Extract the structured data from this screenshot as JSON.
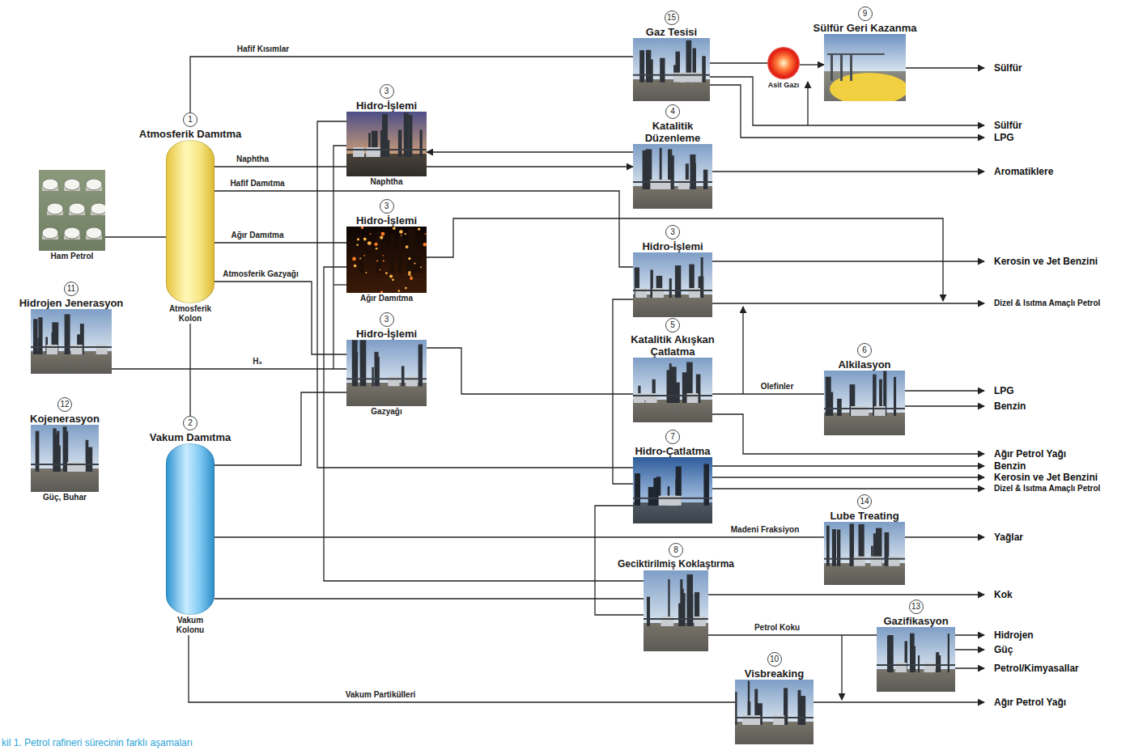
{
  "diagram": {
    "caption": "kil 1. Petrol rafineri sürecinin farklı aşamaları",
    "nodes": [
      {
        "text": [
          "15",
          "Gaz Tesisi"
        ]
      },
      {
        "text": [
          "9",
          "Sülfür Geri Kazanma"
        ]
      },
      {
        "text": [
          "Asit Gazı"
        ]
      },
      {
        "text": [
          "1",
          "Atmosferik Damıtma",
          "Atmosferik Kolon"
        ]
      },
      {
        "text": [
          "3",
          "Hidro-İşlemi",
          "Naphtha"
        ]
      },
      {
        "text": [
          "4",
          "Katalitik Düzenleme"
        ]
      },
      {
        "text": [
          "Ham Petrol"
        ]
      },
      {
        "text": [
          "3",
          "Hidro-İşlemi",
          "Ağır Damıtma"
        ]
      },
      {
        "text": [
          "3",
          "Hidro-İşlemi"
        ]
      },
      {
        "text": [
          "11",
          "Hidrojen Jenerasyon"
        ]
      },
      {
        "text": [
          "3",
          "Hidro-İşlemi",
          "Gazyağı"
        ]
      },
      {
        "text": [
          "5",
          "Katalitik Akışkan Çatlatma"
        ]
      },
      {
        "text": [
          "6",
          "Alkilasyon"
        ]
      },
      {
        "text": [
          "12",
          "Kojenerasyon",
          "Güç, Buhar"
        ]
      },
      {
        "text": [
          "2",
          "Vakum Damıtma",
          "Vakum Kolonu"
        ]
      },
      {
        "text": [
          "7",
          "Hidro-Çatlatma"
        ]
      },
      {
        "text": [
          "14",
          "Lube Treating"
        ]
      },
      {
        "text": [
          "8",
          "Geciktirilmiş Koklaştırma"
        ]
      },
      {
        "text": [
          "13",
          "Gazifikasyon"
        ]
      },
      {
        "text": [
          "10",
          "Visbreaking"
        ]
      }
    ],
    "edges": [
      {
        "from": 3,
        "to": 0,
        "label": "Hafif Kısımlar",
        "arrow": "none"
      },
      {
        "from": 0,
        "to": 2,
        "arrow": "none"
      },
      {
        "from": 2,
        "to": 1,
        "arrow": "to"
      },
      {
        "from": 3,
        "to": 4,
        "label": "Naphtha",
        "arrow": "none"
      },
      {
        "from": 4,
        "to": 5,
        "arrow": "to"
      },
      {
        "from": 5,
        "to": 4,
        "arrow": "to"
      },
      {
        "from": 3,
        "to": 8,
        "label": "Hafif Damıtma",
        "arrow": "none"
      },
      {
        "from": 3,
        "to": 7,
        "label": "Ağır Damıtma",
        "arrow": "none"
      },
      {
        "from": 3,
        "to": 10,
        "label": "Atmosferik Gazyağı",
        "arrow": "none"
      },
      {
        "from": 14,
        "to": 10,
        "arrow": "none"
      },
      {
        "from": 9,
        "to": 10,
        "label": "H₂",
        "arrow": "none"
      },
      {
        "from": 7,
        "to": 17,
        "arrow": "none"
      },
      {
        "from": 14,
        "to": 17,
        "arrow": "none"
      },
      {
        "from": 4,
        "to": 15,
        "arrow": "none"
      },
      {
        "from": 10,
        "to": 11,
        "arrow": "none"
      },
      {
        "from": 11,
        "to": 12,
        "label": "Olefinler",
        "arrow": "none"
      },
      {
        "from": 8,
        "to": 15,
        "arrow": "none"
      },
      {
        "from": 17,
        "to": 15,
        "arrow": "none"
      },
      {
        "from": 14,
        "to": 16,
        "label": "Madeni Fraksiyon",
        "arrow": "none"
      },
      {
        "from": 17,
        "to": 18,
        "label": "Petrol Koku",
        "arrow": "none"
      },
      {
        "from": 14,
        "to": 19,
        "label": "Vakum Partikülleri",
        "arrow": "none"
      },
      {
        "from": 6,
        "to": 3,
        "arrow": "none"
      },
      {
        "from": 3,
        "to": 14,
        "arrow": "none"
      }
    ],
    "labels": [
      "Sülfür",
      "Sülfür",
      "LPG",
      "Aromatiklere",
      "Kerosin ve Jet Benzini",
      "Dizel & Isıtma Amaçlı Petrol",
      "LPG",
      "Benzin",
      "Ağır Petrol Yağı",
      "Benzin",
      "Kerosin ve Jet Benzini",
      "Dizel & Isıtma Amaçlı Petrol",
      "Yağlar",
      "Kok",
      "Hidrojen",
      "Güç",
      "Petrol/Kimyasallar",
      "Ağır Petrol Yağı"
    ]
  }
}
